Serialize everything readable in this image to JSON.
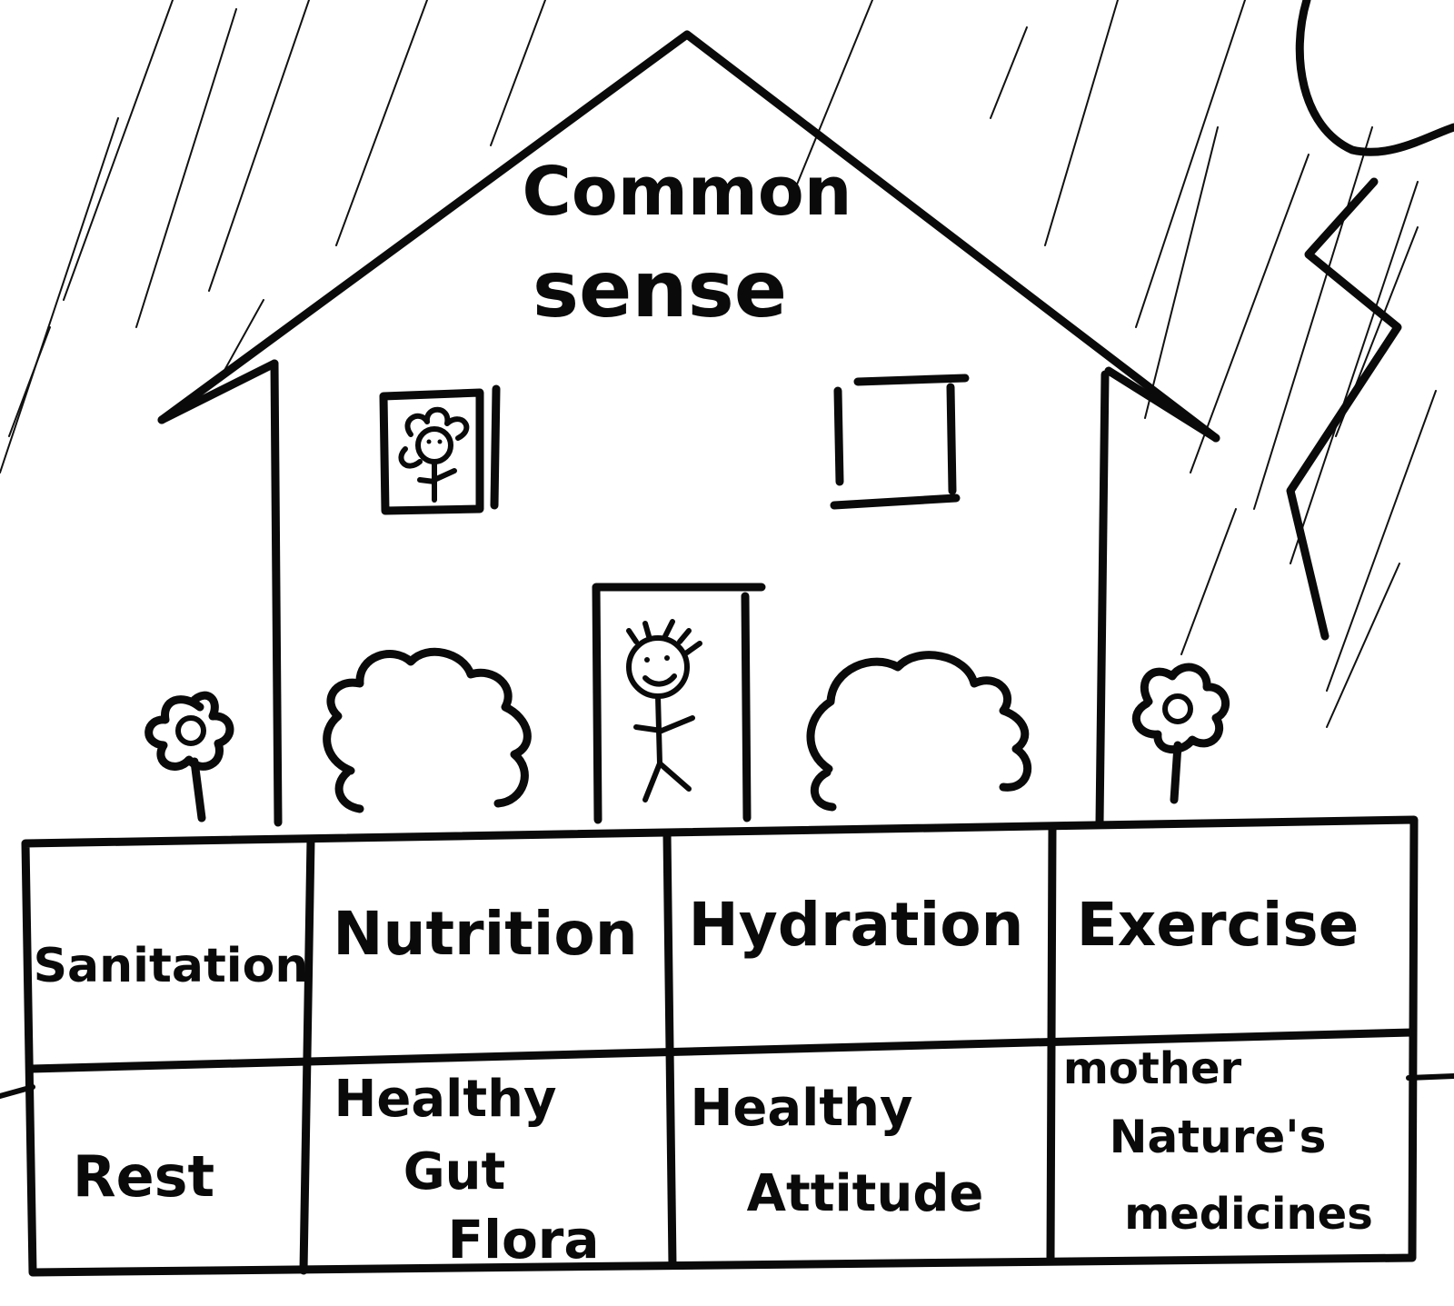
{
  "roof": {
    "line1": "Common",
    "line2": "sense"
  },
  "foundation": {
    "row1": [
      "Sanitation",
      "Nutrition",
      "Hydration",
      "Exercise"
    ],
    "row2": [
      [
        "Rest"
      ],
      [
        "Healthy",
        "Gut",
        "Flora"
      ],
      [
        "Healthy",
        "Attitude"
      ],
      [
        "mother",
        "Nature's",
        "medicines"
      ]
    ]
  },
  "colors": {
    "ink": "#0a0a0a",
    "paper": "#ffffff"
  },
  "icons": [
    "rain-streaks",
    "lightning-cloud",
    "flower",
    "bush",
    "stick-figure",
    "window"
  ]
}
